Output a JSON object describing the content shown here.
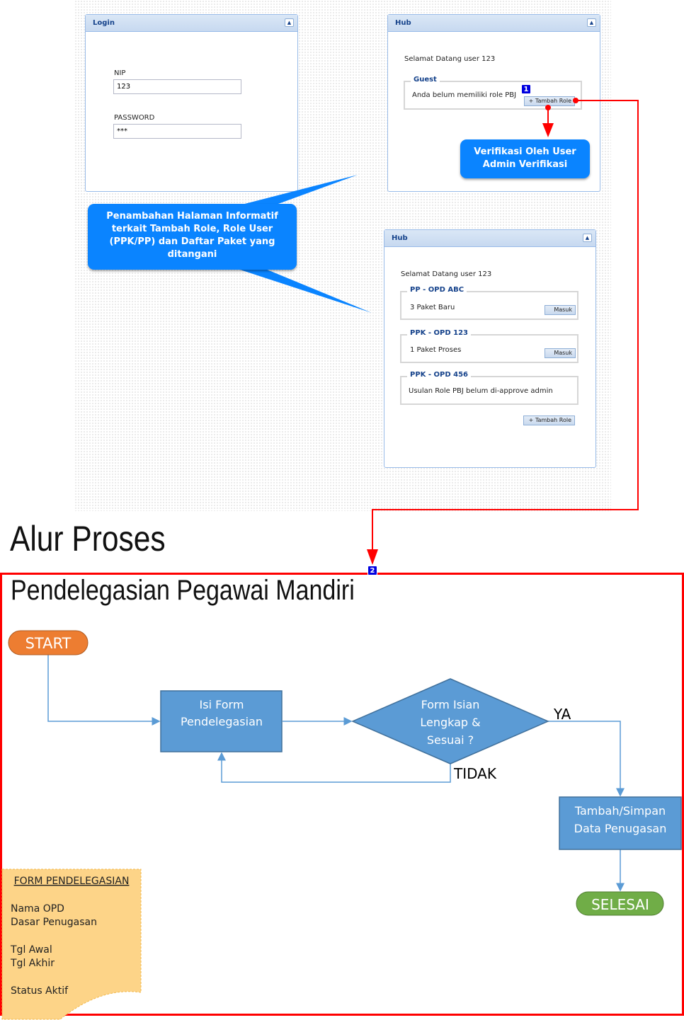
{
  "login": {
    "title": "Login",
    "nip_label": "NIP",
    "nip_value": "123",
    "password_label": "PASSWORD",
    "password_value": "***"
  },
  "hub1": {
    "title": "Hub",
    "welcome": "Selamat Datang user 123",
    "group": "Guest",
    "message": "Anda belum memiliki role PBJ",
    "button": "+ Tambah Role",
    "badge": "1"
  },
  "callout_verify": {
    "line1": "Verifikasi Oleh User",
    "line2": "Admin Verifikasi"
  },
  "callout_info": {
    "text": "Penambahan Halaman Informatif terkait Tambah Role, Role User (PPK/PP) dan Daftar Paket yang ditangani"
  },
  "hub2": {
    "title": "Hub",
    "welcome": "Selamat Datang user 123",
    "groups": [
      {
        "legend": "PP - OPD ABC",
        "text": "3 Paket Baru",
        "button": "Masuk"
      },
      {
        "legend": "PPK - OPD 123",
        "text": "1 Paket Proses",
        "button": "Masuk"
      },
      {
        "legend": "PPK - OPD 456",
        "text": "Usulan Role PBJ belum di-approve admin"
      }
    ],
    "button": "+ Tambah Role"
  },
  "section_title": "Alur Proses",
  "badge2": "2",
  "flow": {
    "title": "Pendelegasian Pegawai Mandiri",
    "start": "START",
    "step1": [
      "Isi Form",
      "Pendelegasian"
    ],
    "decision": [
      "Form Isian",
      "Lengkap &",
      "Sesuai ?"
    ],
    "yes": "YA",
    "no": "TIDAK",
    "step2": [
      "Tambah/Simpan",
      "Data Penugasan"
    ],
    "end": "SELESAI"
  },
  "form_note": {
    "title": "FORM PENDELEGASIAN",
    "fields": [
      "Nama OPD",
      "Dasar Penugasan",
      "Tgl Awal",
      "Tgl Akhir",
      "Status Aktif"
    ]
  },
  "colors": {
    "accent": "#0a84ff",
    "red": "#ff0000",
    "flow_blue": "#5b9bd5",
    "start": "#ed7d31",
    "end": "#70ad47",
    "note": "#fdd488"
  }
}
